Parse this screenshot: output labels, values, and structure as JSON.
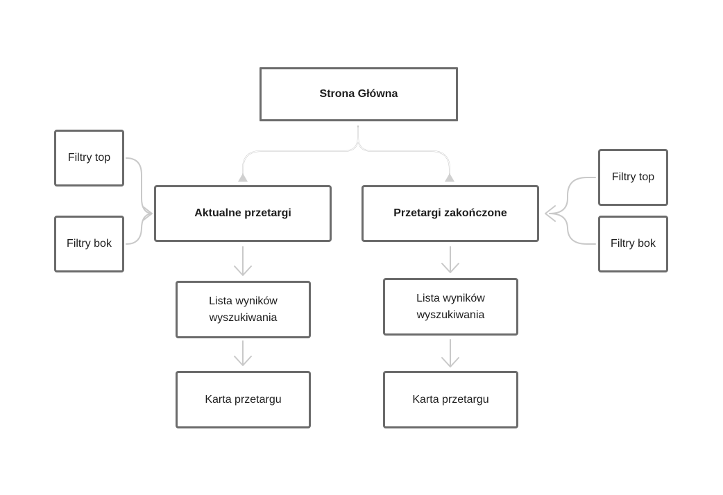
{
  "diagram": {
    "nodes": {
      "home": "Strona Główna",
      "current": "Aktualne przetargi",
      "closed": "Przetargi zakończone",
      "left_filters_top": "Filtry top",
      "left_filters_side": "Filtry bok",
      "right_filters_top": "Filtry top",
      "right_filters_side": "Filtry bok",
      "current_results": "Lista wyników\nwyszukiwania",
      "closed_results": "Lista wyników\nwyszukiwania",
      "current_card": "Karta przetargu",
      "closed_card": "Karta przetargu"
    },
    "colors": {
      "box_border": "#6b6b6b",
      "connector": "#c9c9c9",
      "text": "#1d1d1d",
      "background": "#ffffff"
    }
  }
}
